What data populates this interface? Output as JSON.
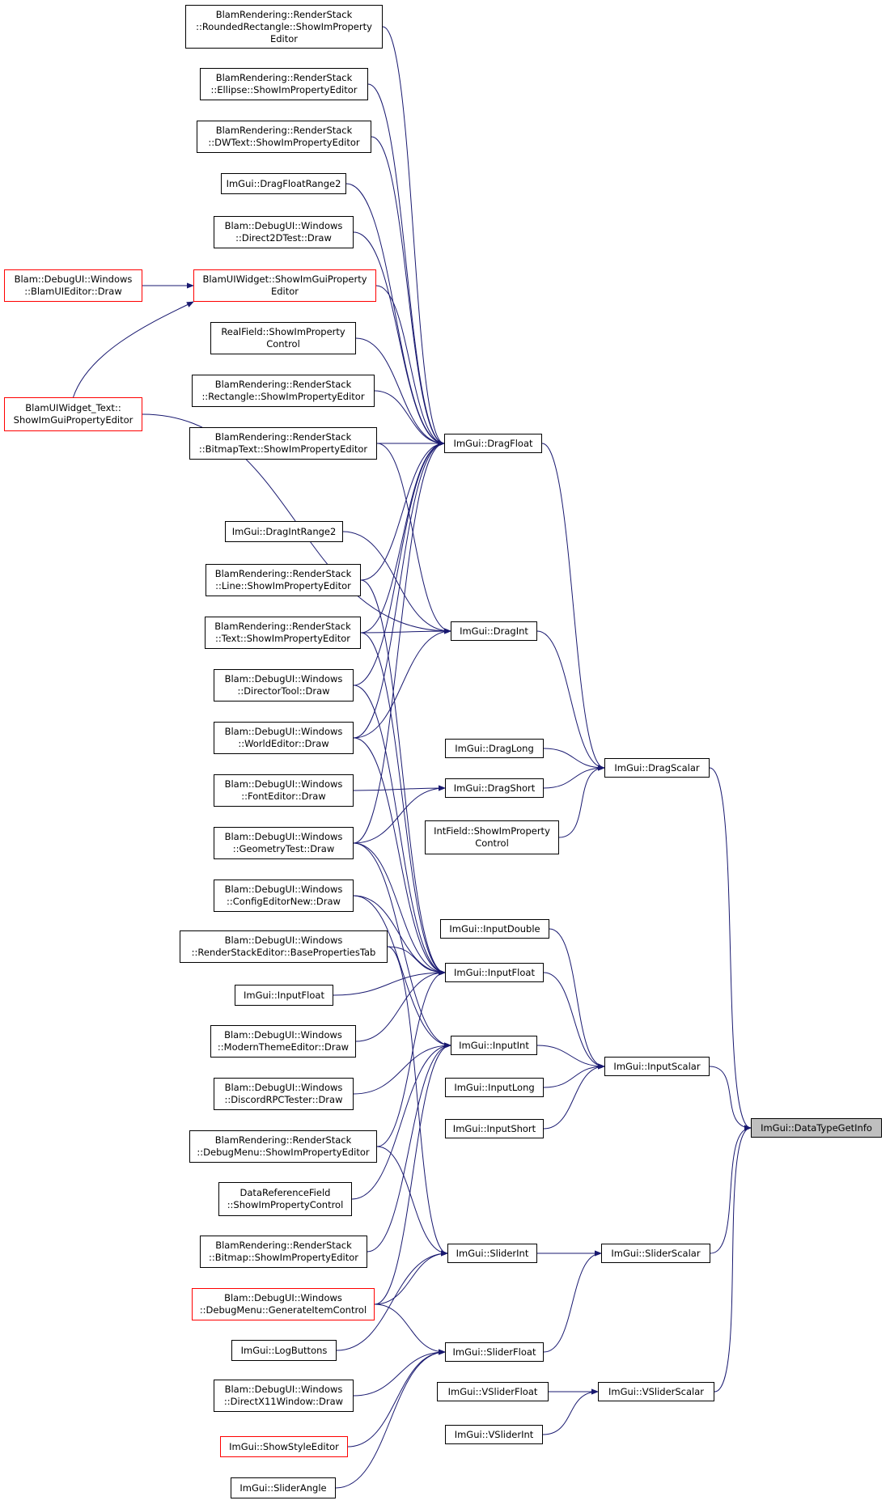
{
  "diagram": {
    "type": "call-graph",
    "root": "ImGui::DataTypeGetInfo",
    "edge_color": "#191970",
    "nodes": {
      "rr_rounded": {
        "label": "BlamRendering::RenderStack\n::RoundedRectangle::ShowImProperty\nEditor",
        "style": "normal"
      },
      "rr_ellipse": {
        "label": "BlamRendering::RenderStack\n::Ellipse::ShowImPropertyEditor",
        "style": "normal"
      },
      "rr_dwtext": {
        "label": "BlamRendering::RenderStack\n::DWText::ShowImPropertyEditor",
        "style": "normal"
      },
      "dragfloatrange2": {
        "label": "ImGui::DragFloatRange2",
        "style": "normal"
      },
      "d2dtest": {
        "label": "Blam::DebugUI::Windows\n::Direct2DTest::Draw",
        "style": "normal"
      },
      "blamuiwidget": {
        "label": "BlamUIWidget::ShowImGuiProperty\nEditor",
        "style": "red"
      },
      "blamuieditor": {
        "label": "Blam::DebugUI::Windows\n::BlamUIEditor::Draw",
        "style": "red"
      },
      "realfield": {
        "label": "RealField::ShowImProperty\nControl",
        "style": "normal"
      },
      "rr_rect": {
        "label": "BlamRendering::RenderStack\n::Rectangle::ShowImPropertyEditor",
        "style": "normal"
      },
      "blamuiwidget_text": {
        "label": "BlamUIWidget_Text::\nShowImGuiPropertyEditor",
        "style": "red"
      },
      "rr_bitmaptext": {
        "label": "BlamRendering::RenderStack\n::BitmapText::ShowImPropertyEditor",
        "style": "normal"
      },
      "dragfloat": {
        "label": "ImGui::DragFloat",
        "style": "normal"
      },
      "dragintrange2": {
        "label": "ImGui::DragIntRange2",
        "style": "normal"
      },
      "rr_line": {
        "label": "BlamRendering::RenderStack\n::Line::ShowImPropertyEditor",
        "style": "normal"
      },
      "rr_text": {
        "label": "BlamRendering::RenderStack\n::Text::ShowImPropertyEditor",
        "style": "normal"
      },
      "dragint": {
        "label": "ImGui::DragInt",
        "style": "normal"
      },
      "directortool": {
        "label": "Blam::DebugUI::Windows\n::DirectorTool::Draw",
        "style": "normal"
      },
      "worldeditor": {
        "label": "Blam::DebugUI::Windows\n::WorldEditor::Draw",
        "style": "normal"
      },
      "draglong": {
        "label": "ImGui::DragLong",
        "style": "normal"
      },
      "dragscalar": {
        "label": "ImGui::DragScalar",
        "style": "normal"
      },
      "fonteditor": {
        "label": "Blam::DebugUI::Windows\n::FontEditor::Draw",
        "style": "normal"
      },
      "dragshort": {
        "label": "ImGui::DragShort",
        "style": "normal"
      },
      "intfield": {
        "label": "IntField::ShowImProperty\nControl",
        "style": "normal"
      },
      "geometrytest": {
        "label": "Blam::DebugUI::Windows\n::GeometryTest::Draw",
        "style": "normal"
      },
      "configeditor": {
        "label": "Blam::DebugUI::Windows\n::ConfigEditorNew::Draw",
        "style": "normal"
      },
      "inputdouble": {
        "label": "ImGui::InputDouble",
        "style": "normal"
      },
      "rse_base": {
        "label": "Blam::DebugUI::Windows\n::RenderStackEditor::BasePropertiesTab",
        "style": "normal"
      },
      "inputfloat_c": {
        "label": "ImGui::InputFloat",
        "style": "normal"
      },
      "inputfloat_l": {
        "label": "ImGui::InputFloat",
        "style": "normal"
      },
      "moderntheme": {
        "label": "Blam::DebugUI::Windows\n::ModernThemeEditor::Draw",
        "style": "normal"
      },
      "inputint": {
        "label": "ImGui::InputInt",
        "style": "normal"
      },
      "inputscalar": {
        "label": "ImGui::InputScalar",
        "style": "normal"
      },
      "discordrpc": {
        "label": "Blam::DebugUI::Windows\n::DiscordRPCTester::Draw",
        "style": "normal"
      },
      "inputlong": {
        "label": "ImGui::InputLong",
        "style": "normal"
      },
      "inputshort": {
        "label": "ImGui::InputShort",
        "style": "normal"
      },
      "datatypegetinfo": {
        "label": "ImGui::DataTypeGetInfo",
        "style": "gray"
      },
      "rr_debugmenu": {
        "label": "BlamRendering::RenderStack\n::DebugMenu::ShowImPropertyEditor",
        "style": "normal"
      },
      "datareffield": {
        "label": "DataReferenceField\n::ShowImPropertyControl",
        "style": "normal"
      },
      "rr_bitmap": {
        "label": "BlamRendering::RenderStack\n::Bitmap::ShowImPropertyEditor",
        "style": "normal"
      },
      "sliderint": {
        "label": "ImGui::SliderInt",
        "style": "normal"
      },
      "sliderscalar": {
        "label": "ImGui::SliderScalar",
        "style": "normal"
      },
      "debugmenu_gen": {
        "label": "Blam::DebugUI::Windows\n::DebugMenu::GenerateItemControl",
        "style": "red"
      },
      "logbuttons": {
        "label": "ImGui::LogButtons",
        "style": "normal"
      },
      "sliderfloat": {
        "label": "ImGui::SliderFloat",
        "style": "normal"
      },
      "directx11": {
        "label": "Blam::DebugUI::Windows\n::DirectX11Window::Draw",
        "style": "normal"
      },
      "vsliderfloat": {
        "label": "ImGui::VSliderFloat",
        "style": "normal"
      },
      "vsliderscalar": {
        "label": "ImGui::VSliderScalar",
        "style": "normal"
      },
      "showstyleeditor": {
        "label": "ImGui::ShowStyleEditor",
        "style": "red"
      },
      "vsliderint": {
        "label": "ImGui::VSliderInt",
        "style": "normal"
      },
      "sliderangle": {
        "label": "ImGui::SliderAngle",
        "style": "normal"
      }
    },
    "edges": [
      [
        "rr_rounded",
        "dragfloat"
      ],
      [
        "rr_ellipse",
        "dragfloat"
      ],
      [
        "rr_dwtext",
        "dragfloat"
      ],
      [
        "dragfloatrange2",
        "dragfloat"
      ],
      [
        "d2dtest",
        "dragfloat"
      ],
      [
        "blamuiwidget",
        "dragfloat"
      ],
      [
        "realfield",
        "dragfloat"
      ],
      [
        "rr_rect",
        "dragfloat"
      ],
      [
        "rr_bitmaptext",
        "dragfloat"
      ],
      [
        "rr_line",
        "dragfloat"
      ],
      [
        "rr_text",
        "dragfloat"
      ],
      [
        "directortool",
        "dragfloat"
      ],
      [
        "worldeditor",
        "dragfloat"
      ],
      [
        "geometrytest",
        "dragfloat"
      ],
      [
        "blamuieditor",
        "blamuiwidget"
      ],
      [
        "blamuiwidget_text",
        "blamuiwidget"
      ],
      [
        "blamuiwidget_text",
        "dragint"
      ],
      [
        "rr_bitmaptext",
        "dragint"
      ],
      [
        "dragintrange2",
        "dragint"
      ],
      [
        "rr_text",
        "dragint"
      ],
      [
        "worldeditor",
        "dragint"
      ],
      [
        "dragfloat",
        "dragscalar"
      ],
      [
        "dragint",
        "dragscalar"
      ],
      [
        "draglong",
        "dragscalar"
      ],
      [
        "dragshort",
        "dragscalar"
      ],
      [
        "intfield",
        "dragscalar"
      ],
      [
        "fonteditor",
        "dragshort"
      ],
      [
        "geometrytest",
        "dragshort"
      ],
      [
        "rr_line",
        "inputfloat_c"
      ],
      [
        "rr_text",
        "inputfloat_c"
      ],
      [
        "directortool",
        "inputfloat_c"
      ],
      [
        "worldeditor",
        "inputfloat_c"
      ],
      [
        "geometrytest",
        "inputfloat_c"
      ],
      [
        "configeditor",
        "inputfloat_c"
      ],
      [
        "rse_base",
        "inputfloat_c"
      ],
      [
        "inputfloat_l",
        "inputfloat_c"
      ],
      [
        "moderntheme",
        "inputfloat_c"
      ],
      [
        "rr_debugmenu",
        "inputfloat_c"
      ],
      [
        "geometrytest",
        "inputint"
      ],
      [
        "configeditor",
        "inputint"
      ],
      [
        "discordrpc",
        "inputint"
      ],
      [
        "datareffield",
        "inputint"
      ],
      [
        "rr_bitmap",
        "inputint"
      ],
      [
        "debugmenu_gen",
        "inputint"
      ],
      [
        "inputfloat_c",
        "inputscalar"
      ],
      [
        "inputdouble",
        "inputscalar"
      ],
      [
        "inputint",
        "inputscalar"
      ],
      [
        "inputlong",
        "inputscalar"
      ],
      [
        "inputshort",
        "inputscalar"
      ],
      [
        "rse_base",
        "sliderint"
      ],
      [
        "rr_debugmenu",
        "sliderint"
      ],
      [
        "debugmenu_gen",
        "sliderint"
      ],
      [
        "logbuttons",
        "sliderint"
      ],
      [
        "debugmenu_gen",
        "sliderfloat"
      ],
      [
        "directx11",
        "sliderfloat"
      ],
      [
        "showstyleeditor",
        "sliderfloat"
      ],
      [
        "sliderangle",
        "sliderfloat"
      ],
      [
        "sliderint",
        "sliderscalar"
      ],
      [
        "sliderfloat",
        "sliderscalar"
      ],
      [
        "vsliderfloat",
        "vsliderscalar"
      ],
      [
        "vsliderint",
        "vsliderscalar"
      ],
      [
        "dragscalar",
        "datatypegetinfo"
      ],
      [
        "inputscalar",
        "datatypegetinfo"
      ],
      [
        "sliderscalar",
        "datatypegetinfo"
      ],
      [
        "vsliderscalar",
        "datatypegetinfo"
      ]
    ]
  }
}
